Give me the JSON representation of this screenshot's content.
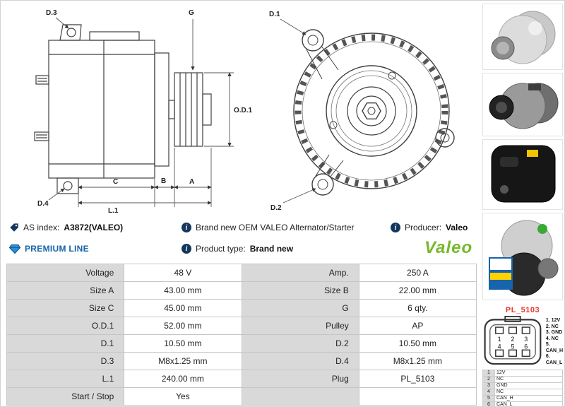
{
  "info": {
    "as_index_label": "AS index:",
    "as_index_value": "A3872(VALEO)",
    "description": "Brand new OEM VALEO Alternator/Starter",
    "producer_label": "Producer:",
    "producer_value": "Valeo",
    "premium_line": "PREMIUM LINE",
    "product_type_label": "Product type:",
    "product_type_value": "Brand new",
    "logo_text": "Valeo"
  },
  "colors": {
    "premium_blue": "#1563a8",
    "valeo_green": "#76b82a",
    "connector_red": "#e8372d",
    "table_label_gray": "#d9d9d9"
  },
  "drawings": {
    "side_view": {
      "d3": "D.3",
      "g": "G",
      "od1": "O.D.1",
      "d4": "D.4",
      "c": "C",
      "b": "B",
      "a": "A",
      "l1": "L.1"
    },
    "front_view": {
      "d1": "D.1",
      "d2": "D.2"
    }
  },
  "spec_table": {
    "rows": [
      {
        "l1": "Voltage",
        "v1": "48 V",
        "l2": "Amp.",
        "v2": "250 A"
      },
      {
        "l1": "Size A",
        "v1": "43.00 mm",
        "l2": "Size B",
        "v2": "22.00 mm"
      },
      {
        "l1": "Size C",
        "v1": "45.00 mm",
        "l2": "G",
        "v2": "6 qty."
      },
      {
        "l1": "O.D.1",
        "v1": "52.00 mm",
        "l2": "Pulley",
        "v2": "AP"
      },
      {
        "l1": "D.1",
        "v1": "10.50 mm",
        "l2": "D.2",
        "v2": "10.50 mm"
      },
      {
        "l1": "D.3",
        "v1": "M8x1.25 mm",
        "l2": "D.4",
        "v2": "M8x1.25 mm"
      },
      {
        "l1": "L.1",
        "v1": "240.00 mm",
        "l2": "Plug",
        "v2": "PL_5103"
      },
      {
        "l1": "Start / Stop",
        "v1": "Yes",
        "l2": "",
        "v2": ""
      }
    ]
  },
  "connector": {
    "code": "PL_5103",
    "legend": [
      "1. 12V",
      "2. NC",
      "3. GND",
      "4. NC",
      "5. CAN_H",
      "6. CAN_L"
    ],
    "pins": [
      {
        "num": "1",
        "label": "12V"
      },
      {
        "num": "2",
        "label": "NC"
      },
      {
        "num": "3",
        "label": "GND"
      },
      {
        "num": "4",
        "label": "NC"
      },
      {
        "num": "5",
        "label": "CAN_H"
      },
      {
        "num": "6",
        "label": "CAN_L"
      }
    ]
  }
}
